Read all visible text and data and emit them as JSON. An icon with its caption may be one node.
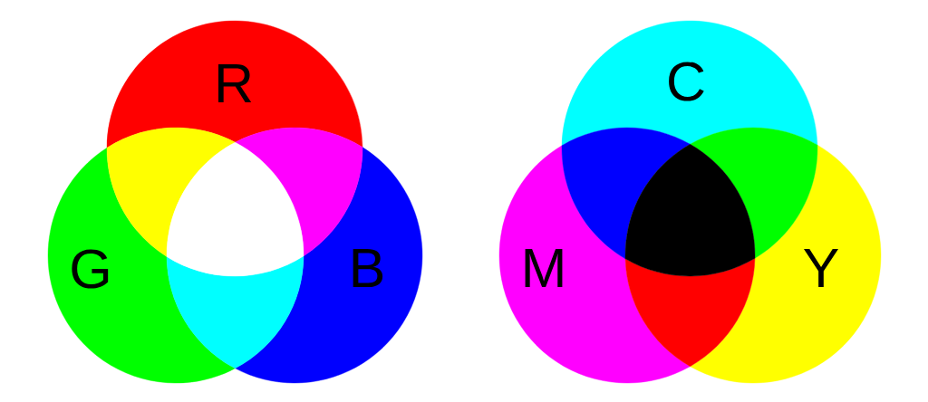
{
  "diagram": {
    "nodes": [
      {
        "text": [
          "R"
        ]
      },
      {
        "text": [
          "G"
        ]
      },
      {
        "text": [
          "B"
        ]
      },
      {
        "text": [
          "C"
        ]
      },
      {
        "text": [
          "M"
        ]
      },
      {
        "text": [
          "Y"
        ]
      }
    ]
  }
}
